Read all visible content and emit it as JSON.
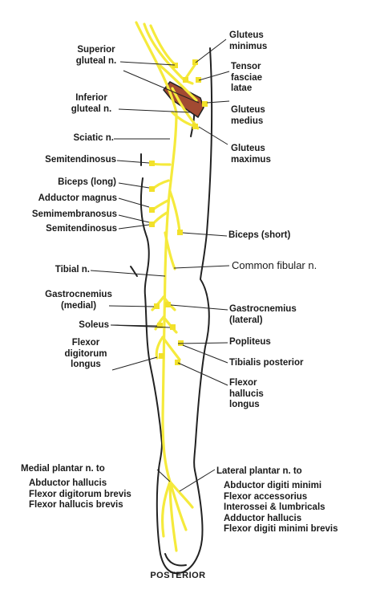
{
  "caption": "POSTERIOR",
  "labels_left": {
    "superior_gluteal": "Superior\ngluteal n.",
    "inferior_gluteal": "Inferior\ngluteal n.",
    "sciatic": "Sciatic n.",
    "semitendinosus_1": "Semitendinosus",
    "biceps_long": "Biceps (long)",
    "adductor_magnus": "Adductor magnus",
    "semimembranosus": "Semimembranosus",
    "semitendinosus_2": "Semitendinosus",
    "tibial": "Tibial n.",
    "gastrocnemius_medial": "Gastrocnemius\n(medial)",
    "soleus": "Soleus",
    "flexor_digitorum_longus": "Flexor\ndigitorum\nlongus",
    "medial_plantar": "Medial plantar n. to",
    "medial_plantar_targets": "Abductor hallucis\nFlexor digitorum brevis\nFlexor hallucis brevis"
  },
  "labels_right": {
    "gluteus_minimus": "Gluteus\nminimus",
    "tensor_fasciae_latae": "Tensor\nfasciae\nlatae",
    "gluteus_medius": "Gluteus\nmedius",
    "gluteus_maximus": "Gluteus\nmaximus",
    "biceps_short": "Biceps (short)",
    "common_fibular": "Common fibular n.",
    "gastrocnemius_lateral": "Gastrocnemius\n(lateral)",
    "popliteus": "Popliteus",
    "tibialis_posterior": "Tibialis posterior",
    "flexor_hallucis_longus": "Flexor\nhallucis\nlongus",
    "lateral_plantar": "Lateral plantar n. to",
    "lateral_plantar_targets": "Abductor digiti minimi\nFlexor accessorius\nInterossei & lumbricals\nAdductor hallucis\nFlexor digiti minimi brevis"
  },
  "colors": {
    "nerve": "#f5ea3c",
    "nerve_dot": "#f2e12a",
    "outline": "#222222",
    "muscle": "#a24a32",
    "leader": "#222222"
  }
}
